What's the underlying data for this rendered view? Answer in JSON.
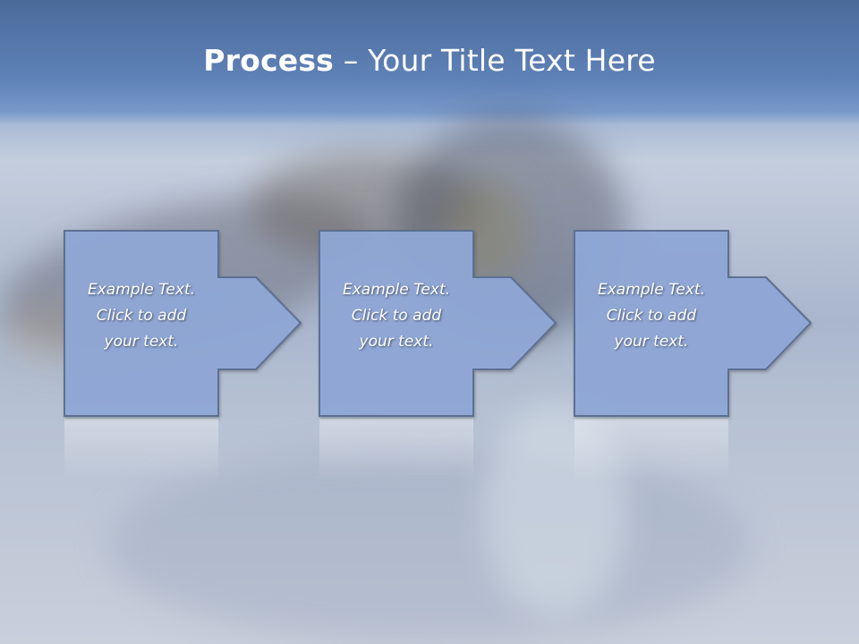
{
  "slide": {
    "title_bold": "Process",
    "title_rest": " – Your Title Text Here",
    "colors": {
      "box_fill": "#8fa8d6",
      "box_stroke": "#5d6f92",
      "title_text": "#ffffff"
    }
  },
  "steps": [
    {
      "label": "Example Text.\nClick  to add\nyour text."
    },
    {
      "label": "Example Text.\nClick  to add\nyour text."
    },
    {
      "label": "Example Text.\nClick  to add\nyour text."
    }
  ]
}
